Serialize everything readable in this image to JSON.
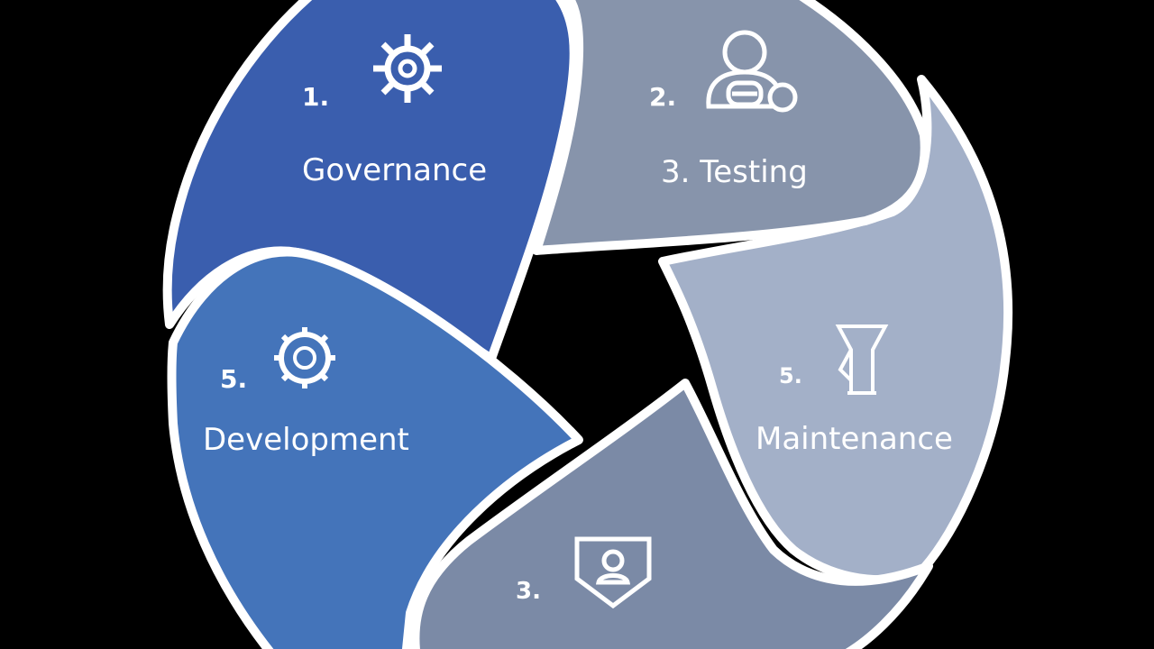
{
  "colors": {
    "background": "#000000",
    "governance": "#3a5eae",
    "testing": "#8794ab",
    "maintenance": "#a3b0c8",
    "bottom": "#7b8aa6",
    "development": "#4474ba",
    "separator": "#ffffff"
  },
  "segments": [
    {
      "id": "governance",
      "number": "1.",
      "name": "Governance",
      "icon": "gear-icon"
    },
    {
      "id": "testing",
      "number": "2.",
      "name": "3.  Testing",
      "icon": "user-shield-icon"
    },
    {
      "id": "maintenance",
      "number": "5.",
      "name": "Maintenance",
      "icon": "tower-icon"
    },
    {
      "id": "bottom",
      "number": "3.",
      "name": "",
      "icon": "user-badge-icon"
    },
    {
      "id": "development",
      "number": "5.",
      "name": "Development",
      "icon": "cog-icon"
    }
  ]
}
